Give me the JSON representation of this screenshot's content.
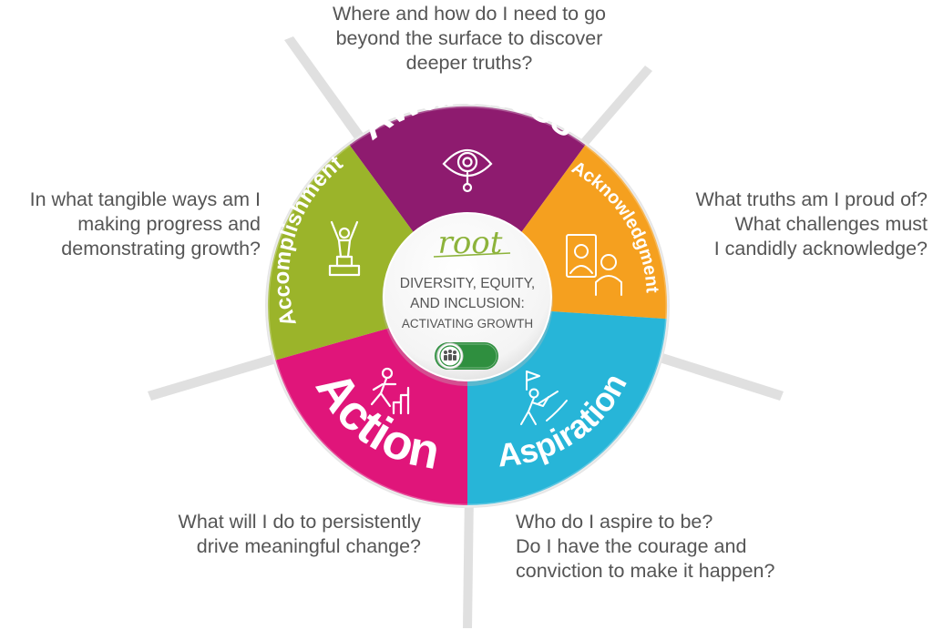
{
  "segments": {
    "awareness": {
      "label": "Awareness",
      "color": "#8e1b6f",
      "icon": "eye-magnifier-icon"
    },
    "acknowledgment": {
      "label": "Acknowledgment",
      "color": "#f5a01f",
      "icon": "people-portrait-icon"
    },
    "aspiration": {
      "label": "Aspiration",
      "color": "#27b5d8",
      "icon": "climber-flag-icon"
    },
    "action": {
      "label": "Action",
      "color": "#e0157a",
      "icon": "runner-stairs-icon"
    },
    "accomplishment": {
      "label": "Accomplishment",
      "color": "#9bb42a",
      "icon": "podium-winner-icon"
    }
  },
  "center": {
    "logo": "root",
    "title_lines": [
      "DIVERSITY, EQUITY,",
      "AND INCLUSION:"
    ],
    "subtitle": "ACTIVATING GROWTH",
    "toggle_icon": "people-group-toggle-icon",
    "logo_color": "#8db33b",
    "toggle_color": "#2f8f3f"
  },
  "questions": {
    "awareness": [
      "Where and how do I need to go",
      "beyond the surface to discover",
      "deeper truths?"
    ],
    "acknowledgment": [
      "What truths am I proud of?",
      "What challenges must",
      "I candidly acknowledge?"
    ],
    "accomplishment": [
      "In what tangible ways am I",
      "making progress and",
      "demonstrating growth?"
    ],
    "action": [
      "What will I do to persistently",
      "drive meaningful change?"
    ],
    "aspiration": [
      "Who do I aspire to be?",
      "Do I have the courage and",
      "conviction to make it happen?"
    ]
  }
}
